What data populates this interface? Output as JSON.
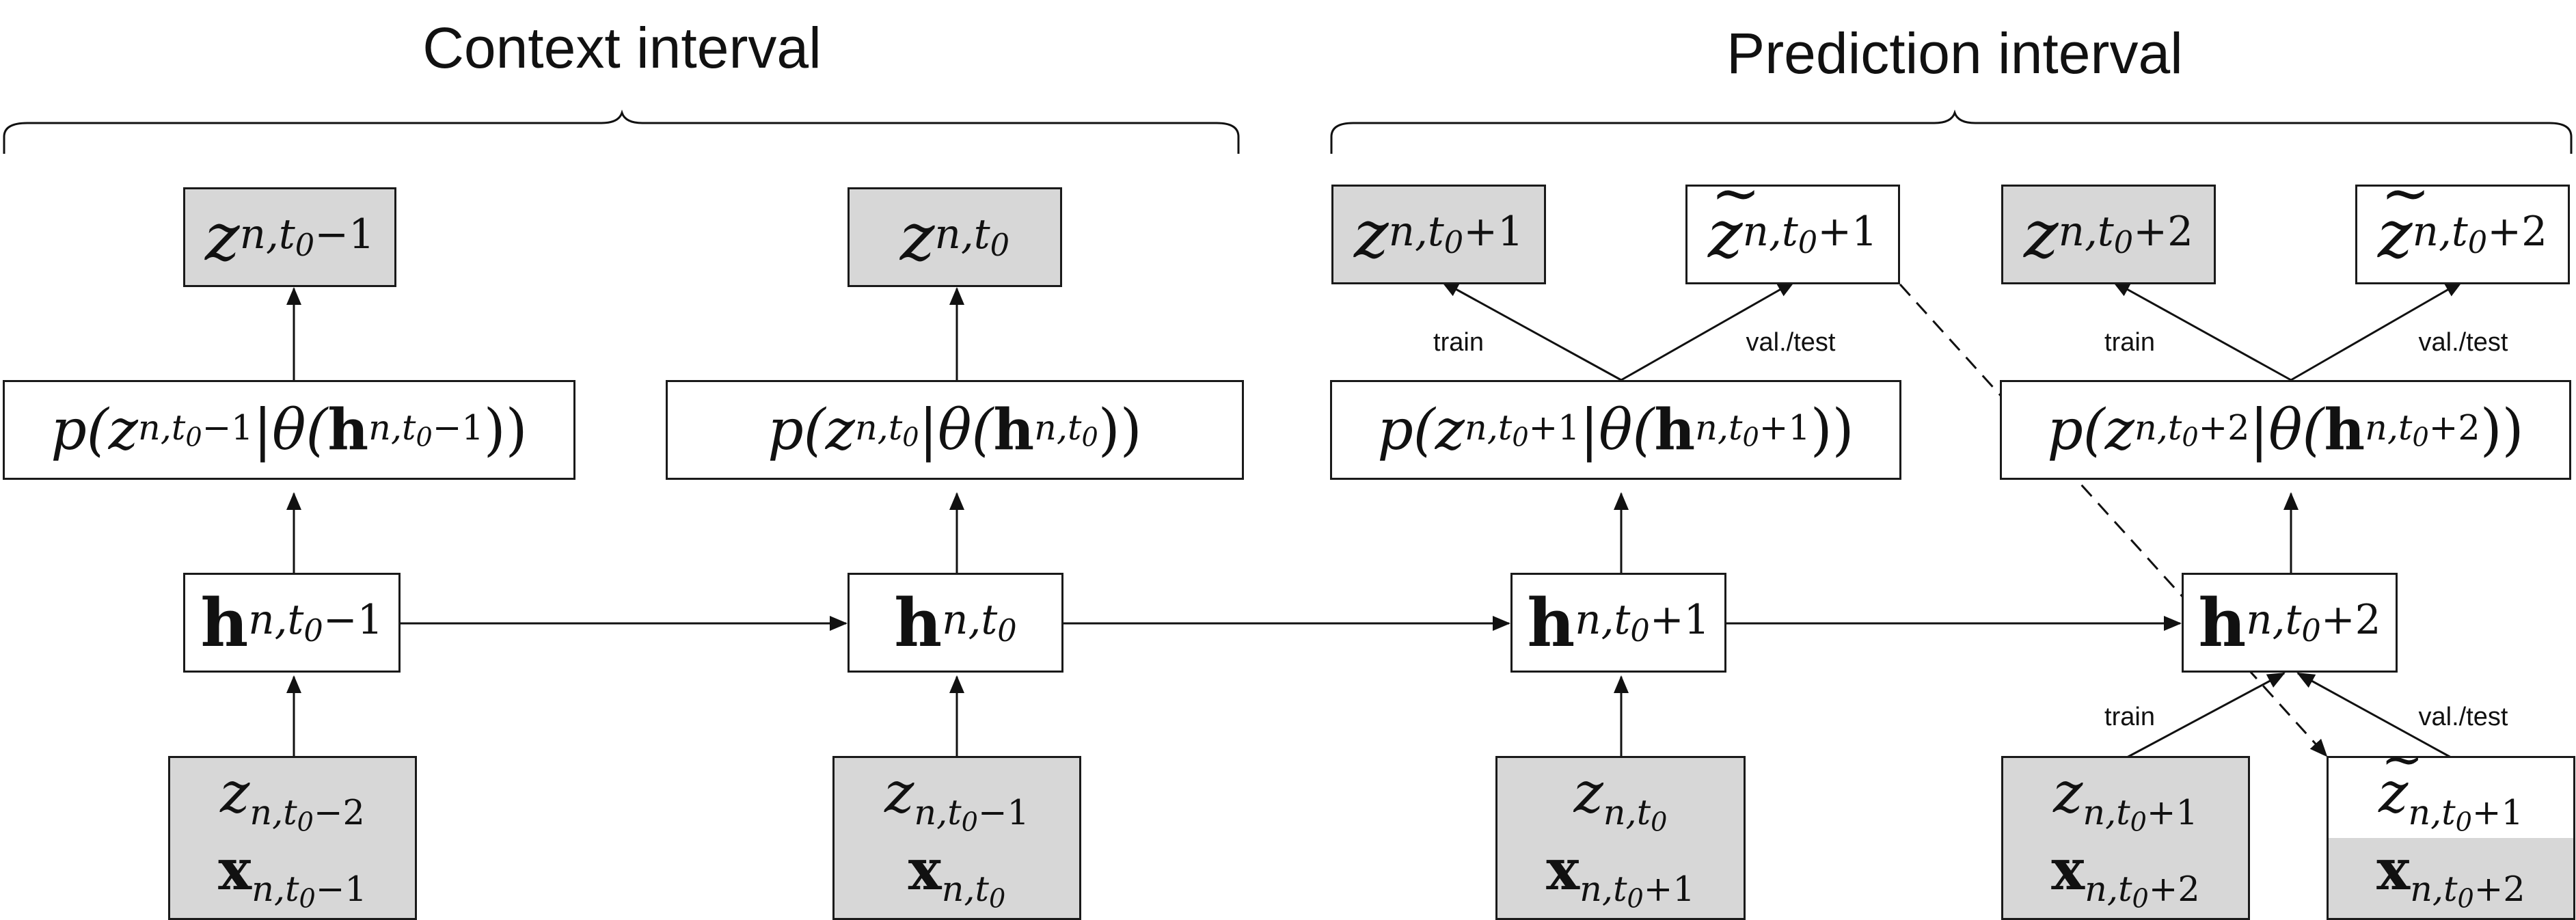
{
  "headings": {
    "context": "Context interval",
    "prediction": "Prediction interval"
  },
  "edge_labels": {
    "train": "train",
    "valtest": "val./test"
  },
  "nodes": {
    "z": {
      "c1": {
        "base": "z",
        "sub": "n,t",
        "sub2": "0",
        "rest": "−1"
      },
      "c2": {
        "base": "z",
        "sub": "n,t",
        "sub2": "0",
        "rest": ""
      },
      "p1": {
        "base": "z",
        "sub": "n,t",
        "sub2": "0",
        "rest": "+1"
      },
      "p1t": {
        "base": "z",
        "sub": "n,t",
        "sub2": "0",
        "rest": "+1"
      },
      "p2": {
        "base": "z",
        "sub": "n,t",
        "sub2": "0",
        "rest": "+2"
      },
      "p2t": {
        "base": "z",
        "sub": "n,t",
        "sub2": "0",
        "rest": "+2"
      }
    },
    "dist": {
      "c1": {
        "open": "p(",
        "z": "z",
        "zsub": "n,t",
        "zsub2": "0",
        "zrest": "−1",
        "mid": "|θ(",
        "h": "h",
        "hsub": "n,t",
        "hsub2": "0",
        "hrest": "−1",
        "close": "))"
      },
      "c2": {
        "open": "p(",
        "z": "z",
        "zsub": "n,t",
        "zsub2": "0",
        "zrest": "",
        "mid": "|θ(",
        "h": "h",
        "hsub": "n,t",
        "hsub2": "0",
        "hrest": "",
        "close": "))"
      },
      "p1": {
        "open": "p(",
        "z": "z",
        "zsub": "n,t",
        "zsub2": "0",
        "zrest": "+1",
        "mid": "|θ(",
        "h": "h",
        "hsub": "n,t",
        "hsub2": "0",
        "hrest": "+1",
        "close": "))"
      },
      "p2": {
        "open": "p(",
        "z": "z",
        "zsub": "n,t",
        "zsub2": "0",
        "zrest": "+2",
        "mid": "|θ(",
        "h": "h",
        "hsub": "n,t",
        "hsub2": "0",
        "hrest": "+2",
        "close": "))"
      }
    },
    "hidden": {
      "c1": {
        "base": "h",
        "sub": "n,t",
        "sub2": "0",
        "rest": "−1"
      },
      "c2": {
        "base": "h",
        "sub": "n,t",
        "sub2": "0",
        "rest": ""
      },
      "p1": {
        "base": "h",
        "sub": "n,t",
        "sub2": "0",
        "rest": "+1"
      },
      "p2": {
        "base": "h",
        "sub": "n,t",
        "sub2": "0",
        "rest": "+2"
      }
    },
    "inputs": {
      "c1": {
        "z": "z",
        "zsub": "n,t",
        "zsub2": "0",
        "zrest": "−2",
        "x": "x",
        "xsub": "n,t",
        "xsub2": "0",
        "xrest": "−1"
      },
      "c2": {
        "z": "z",
        "zsub": "n,t",
        "zsub2": "0",
        "zrest": "−1",
        "x": "x",
        "xsub": "n,t",
        "xsub2": "0",
        "xrest": ""
      },
      "p1": {
        "z": "z",
        "zsub": "n,t",
        "zsub2": "0",
        "zrest": "",
        "x": "x",
        "xsub": "n,t",
        "xsub2": "0",
        "xrest": "+1"
      },
      "p2a": {
        "z": "z",
        "zsub": "n,t",
        "zsub2": "0",
        "zrest": "+1",
        "x": "x",
        "xsub": "n,t",
        "xsub2": "0",
        "xrest": "+2"
      },
      "p2b": {
        "z": "z",
        "zsub": "n,t",
        "zsub2": "0",
        "zrest": "+1",
        "x": "x",
        "xsub": "n,t",
        "xsub2": "0",
        "xrest": "+2"
      }
    }
  },
  "colors": {
    "observed_fill": "#d7d7d7",
    "stroke": "#1a1a1a"
  }
}
